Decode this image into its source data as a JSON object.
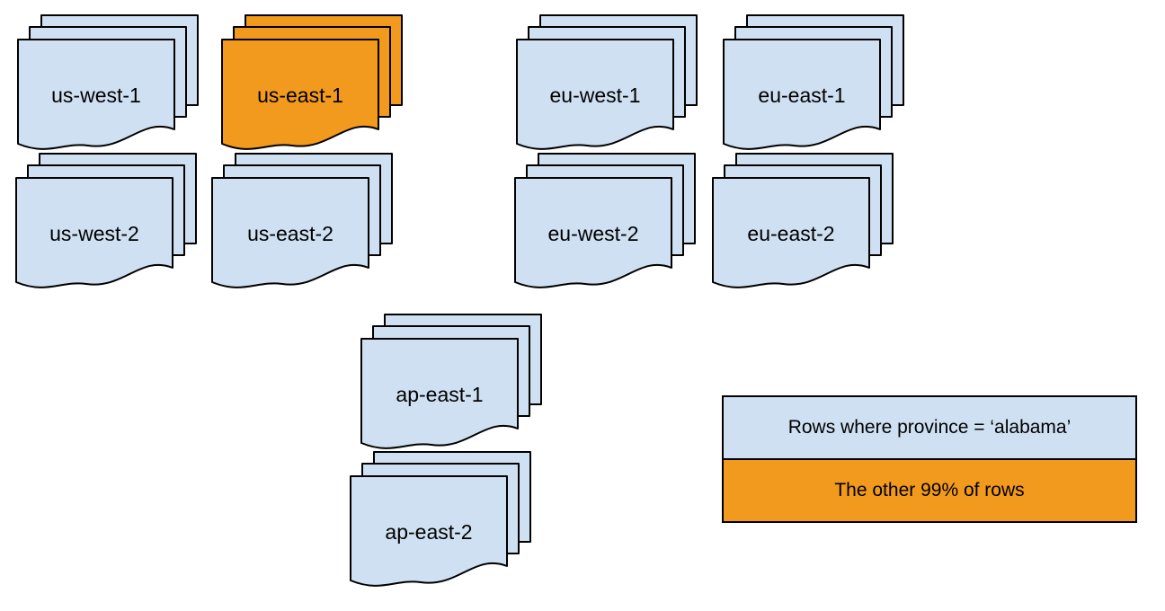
{
  "colors": {
    "page_blue": "#cfe0f2",
    "page_orange": "#f19a1d",
    "outline": "#000000",
    "background": "#ffffff"
  },
  "regions": [
    {
      "label": "us-west-1",
      "variant": "blue"
    },
    {
      "label": "us-east-1",
      "variant": "orange"
    },
    {
      "label": "eu-west-1",
      "variant": "blue"
    },
    {
      "label": "eu-east-1",
      "variant": "blue"
    },
    {
      "label": "us-west-2",
      "variant": "blue"
    },
    {
      "label": "us-east-2",
      "variant": "blue"
    },
    {
      "label": "eu-west-2",
      "variant": "blue"
    },
    {
      "label": "eu-east-2",
      "variant": "blue"
    },
    {
      "label": "ap-east-1",
      "variant": "blue"
    },
    {
      "label": "ap-east-2",
      "variant": "blue"
    }
  ],
  "legend": {
    "rows": [
      {
        "label": "Rows where province = ‘alabama’",
        "variant": "blue"
      },
      {
        "label": "The other 99% of rows",
        "variant": "orange"
      }
    ]
  }
}
